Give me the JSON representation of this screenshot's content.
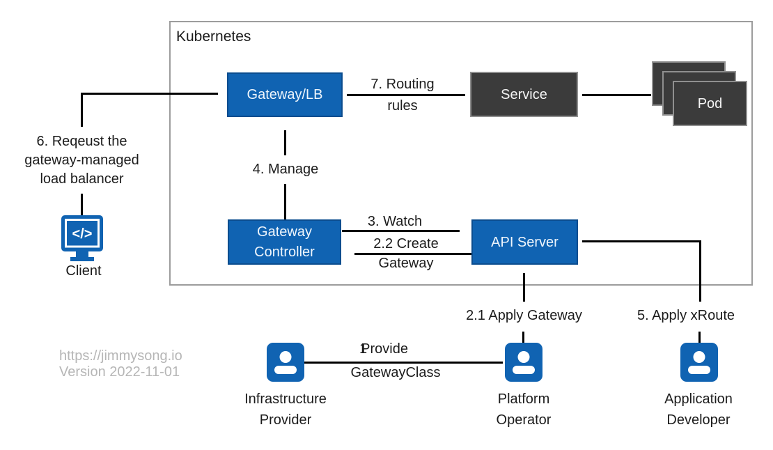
{
  "colors": {
    "blue": "#1063b2",
    "blue-border": "#0b4d8f",
    "dark": "#3b3b3b",
    "dark-border": "#8f8f8f",
    "line": "#000000",
    "boundary-border": "#9c9c9c",
    "text": "#1c1c1c",
    "box-text": "#eef5fc",
    "watermark": "#b6b6b6"
  },
  "boundary": {
    "title": "Kubernetes"
  },
  "nodes": {
    "gateway_lb": "Gateway/LB",
    "service": "Service",
    "pod": "Pod",
    "gateway_controller_line1": "Gateway",
    "gateway_controller_line2": "Controller",
    "api_server": "API Server"
  },
  "actors": {
    "client": {
      "label": "Client",
      "icon_glyph": "</>"
    },
    "infrastructure_provider": {
      "line1": "Infrastructure",
      "line2": "Provider"
    },
    "platform_operator": {
      "line1": "Platform",
      "line2": "Operator"
    },
    "application_developer": {
      "line1": "Application",
      "line2": "Developer"
    }
  },
  "edges": {
    "routing_rules": {
      "line1": "7. Routing",
      "line2": "rules"
    },
    "manage": {
      "label": "4. Manage"
    },
    "watch": {
      "label": "3. Watch"
    },
    "create_gateway": {
      "line1": "2.2 Create",
      "line2": "Gateway"
    },
    "apply_gateway": {
      "label": "2.1 Apply Gateway"
    },
    "apply_xroute": {
      "label": "5. Apply xRoute"
    },
    "request_lb": {
      "line1": "6. Reqeust the",
      "line2": "gateway-managed",
      "line3": "load balancer"
    },
    "provide_gatewayclass": {
      "number": "1",
      "line1": "Provide",
      "line2": "GatewayClass"
    }
  },
  "watermark": {
    "line1": "https://jimmysong.io",
    "line2": "Version 2022-11-01"
  }
}
